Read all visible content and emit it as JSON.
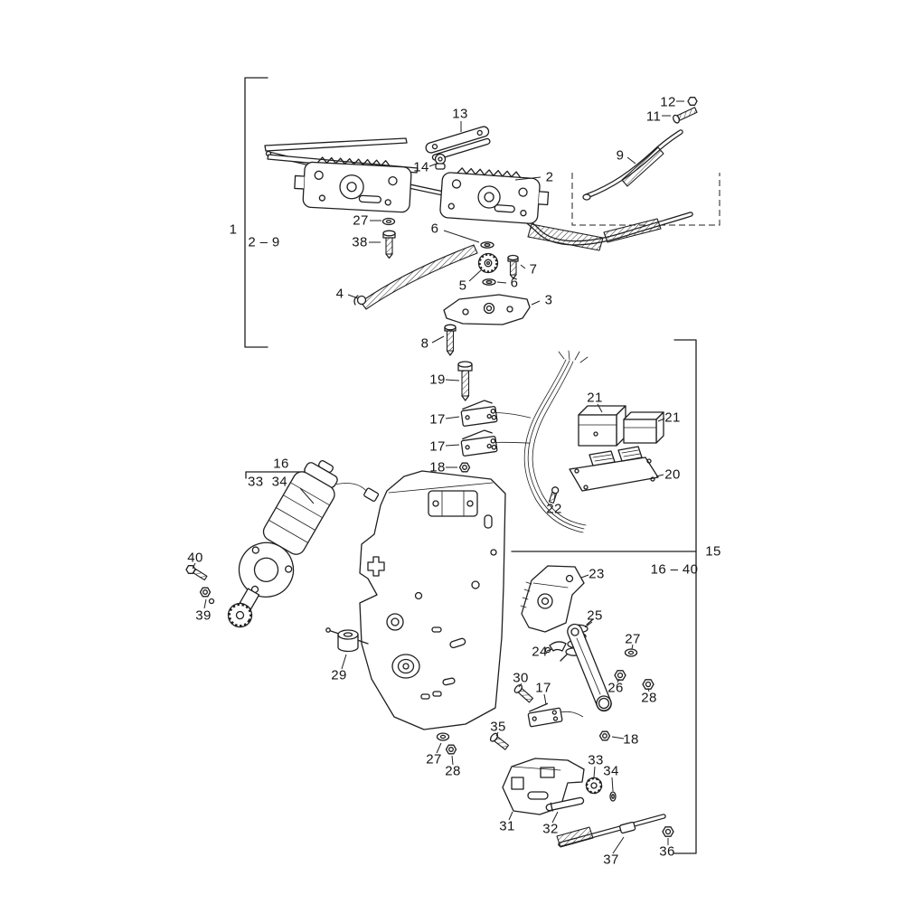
{
  "diagram": {
    "type": "exploded-parts-diagram",
    "background_color": "#ffffff",
    "line_color": "#1f1f1f",
    "labels": [
      {
        "id": "12",
        "text": "12"
      },
      {
        "id": "11",
        "text": "11"
      },
      {
        "id": "13",
        "text": "13"
      },
      {
        "id": "9",
        "text": "9"
      },
      {
        "id": "14",
        "text": "14"
      },
      {
        "id": "2",
        "text": "2"
      },
      {
        "id": "27-a",
        "text": "27"
      },
      {
        "id": "6-a",
        "text": "6"
      },
      {
        "id": "38",
        "text": "38"
      },
      {
        "id": "1",
        "text": "1"
      },
      {
        "id": "2-9",
        "text": "2 – 9"
      },
      {
        "id": "7",
        "text": "7"
      },
      {
        "id": "5",
        "text": "5"
      },
      {
        "id": "6-b",
        "text": "6"
      },
      {
        "id": "4",
        "text": "4"
      },
      {
        "id": "3",
        "text": "3"
      },
      {
        "id": "8",
        "text": "8"
      },
      {
        "id": "19",
        "text": "19"
      },
      {
        "id": "17-a",
        "text": "17"
      },
      {
        "id": "21-a",
        "text": "21"
      },
      {
        "id": "21-b",
        "text": "21"
      },
      {
        "id": "17-b",
        "text": "17"
      },
      {
        "id": "18-a",
        "text": "18"
      },
      {
        "id": "20",
        "text": "20"
      },
      {
        "id": "22",
        "text": "22"
      },
      {
        "id": "16",
        "text": "16"
      },
      {
        "id": "33-34",
        "text": "33  34"
      },
      {
        "id": "40",
        "text": "40"
      },
      {
        "id": "39",
        "text": "39"
      },
      {
        "id": "15",
        "text": "15"
      },
      {
        "id": "16-40",
        "text": "16 – 40"
      },
      {
        "id": "23",
        "text": "23"
      },
      {
        "id": "25",
        "text": "25"
      },
      {
        "id": "27-b",
        "text": "27"
      },
      {
        "id": "24",
        "text": "24"
      },
      {
        "id": "26",
        "text": "26"
      },
      {
        "id": "28-a",
        "text": "28"
      },
      {
        "id": "29",
        "text": "29"
      },
      {
        "id": "30",
        "text": "30"
      },
      {
        "id": "17-c",
        "text": "17"
      },
      {
        "id": "35",
        "text": "35"
      },
      {
        "id": "18-b",
        "text": "18"
      },
      {
        "id": "27-c",
        "text": "27"
      },
      {
        "id": "28-b",
        "text": "28"
      },
      {
        "id": "33",
        "text": "33"
      },
      {
        "id": "34",
        "text": "34"
      },
      {
        "id": "31",
        "text": "31"
      },
      {
        "id": "32",
        "text": "32"
      },
      {
        "id": "37",
        "text": "37"
      },
      {
        "id": "36",
        "text": "36"
      }
    ]
  }
}
